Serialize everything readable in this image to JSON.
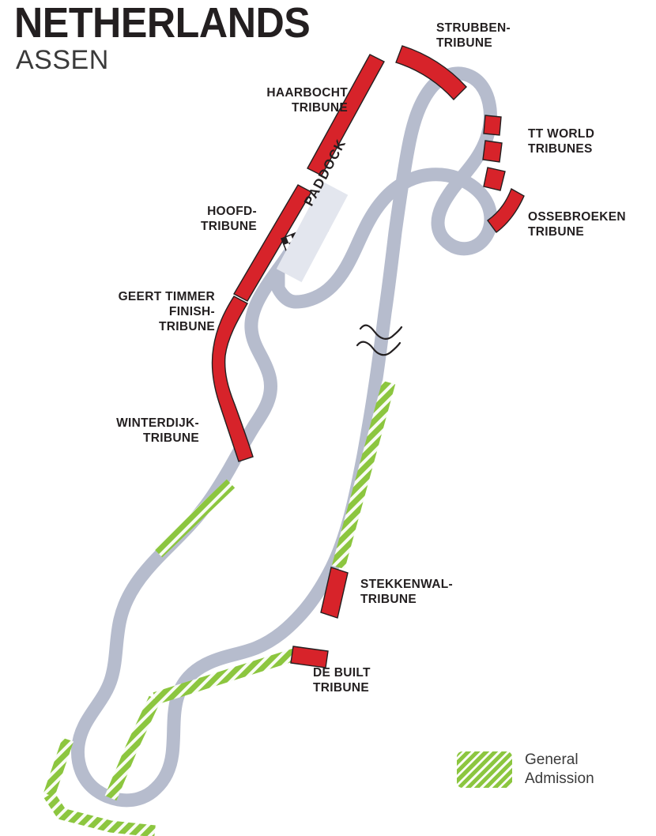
{
  "title": {
    "country": "NETHERLANDS",
    "city": "ASSEN"
  },
  "colors": {
    "grandstand_red": "#d7232a",
    "track_grey": "#b6bccd",
    "general_admission_green": "#8cc63f",
    "paddock_band": "#e3e6ee",
    "text_dark": "#231f20"
  },
  "labels": {
    "strubben": "STRUBBEN-\nTRIBUNE",
    "haarbocht": "HAARBOCHT\nTRIBUNE",
    "tt_world": "TT WORLD\nTRIBUNES",
    "ossebroeken": "OSSEBROEKEN\nTRIBUNE",
    "hoofd": "HOOFD-\nTRIBUNE",
    "geert_timmer": "GEERT TIMMER\nFINISH-\nTRIBUNE",
    "winterdijk": "WINTERDIJK-\nTRIBUNE",
    "stekkenwal": "STEKKENWAL-\nTRIBUNE",
    "de_built": "DE BUILT\nTRIBUNE",
    "paddock": "PADDOCK"
  },
  "legend": {
    "general_admission": "General\nAdmission"
  },
  "map_features": {
    "start_finish_marker": "checkered-flag",
    "direction_marker": "direction-arrow",
    "track_break_marker": "track-break-symbol"
  }
}
